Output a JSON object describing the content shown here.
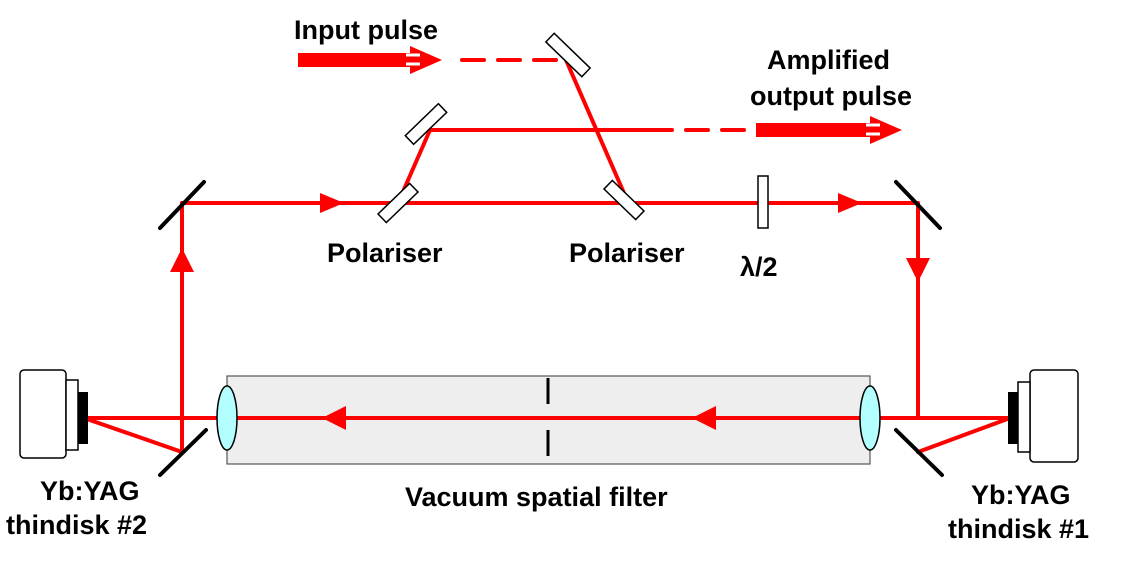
{
  "labels": {
    "input_pulse": "Input pulse",
    "amplified_line1": "Amplified",
    "amplified_line2": "output pulse",
    "polariser_left": "Polariser",
    "polariser_right": "Polariser",
    "half_wave_plate": "λ/2",
    "vacuum_spatial_filter": "Vacuum spatial filter",
    "disk2_line1": "Yb:YAG",
    "disk2_line2": "thindisk #2",
    "disk1_line1": "Yb:YAG",
    "disk1_line2": "thindisk #1"
  },
  "colors": {
    "beam": "#ff0000",
    "lens": "#b3ffff",
    "filter_tube": "#eeeeee",
    "mirror": "#000000",
    "optic_fill": "#ffffff",
    "disk_housing": "#ffffff"
  },
  "icons": {
    "disk_head": "cylindrical thin-disk head",
    "mirror": "diagonal line",
    "polariser": "tilted rectangle",
    "lens": "ellipse"
  }
}
